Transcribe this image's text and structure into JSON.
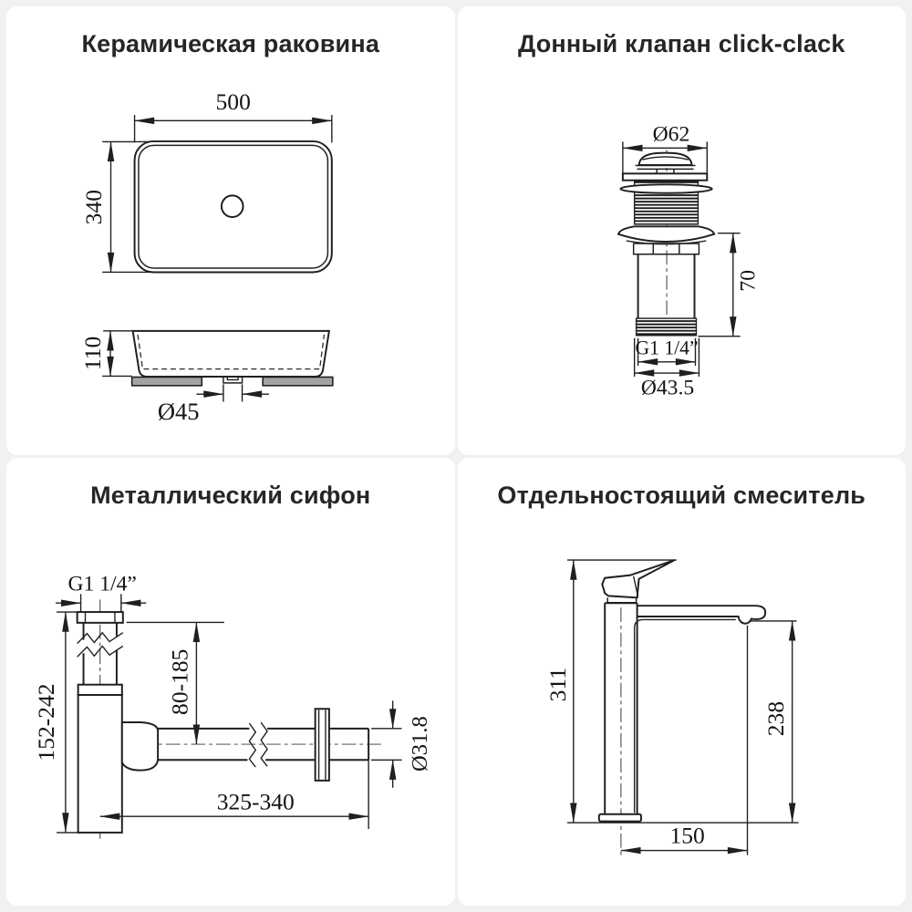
{
  "colors": {
    "background": "#f1f1f2",
    "card": "#ffffff",
    "line": "#1f1f1f",
    "pad_fill": "#a3a3a3"
  },
  "panels": {
    "sink": {
      "title": "Керамическая раковина",
      "width": "500",
      "depth": "340",
      "height": "110",
      "drain": "Ø45"
    },
    "valve": {
      "title": "Донный клапан click-clack",
      "cap_diameter": "Ø62",
      "body_height": "70",
      "thread": "G1 1/4”",
      "outlet_diameter": "Ø43.5"
    },
    "siphon": {
      "title": "Металлический сифон",
      "thread": "G1 1/4”",
      "height_range": "152-242",
      "inlet_range": "80-185",
      "length_range": "325-340",
      "pipe_diameter": "Ø31.8"
    },
    "mixer": {
      "title": "Отдельностоящий смеситель",
      "total_height": "311",
      "spout_height": "238",
      "spout_reach": "150"
    }
  }
}
